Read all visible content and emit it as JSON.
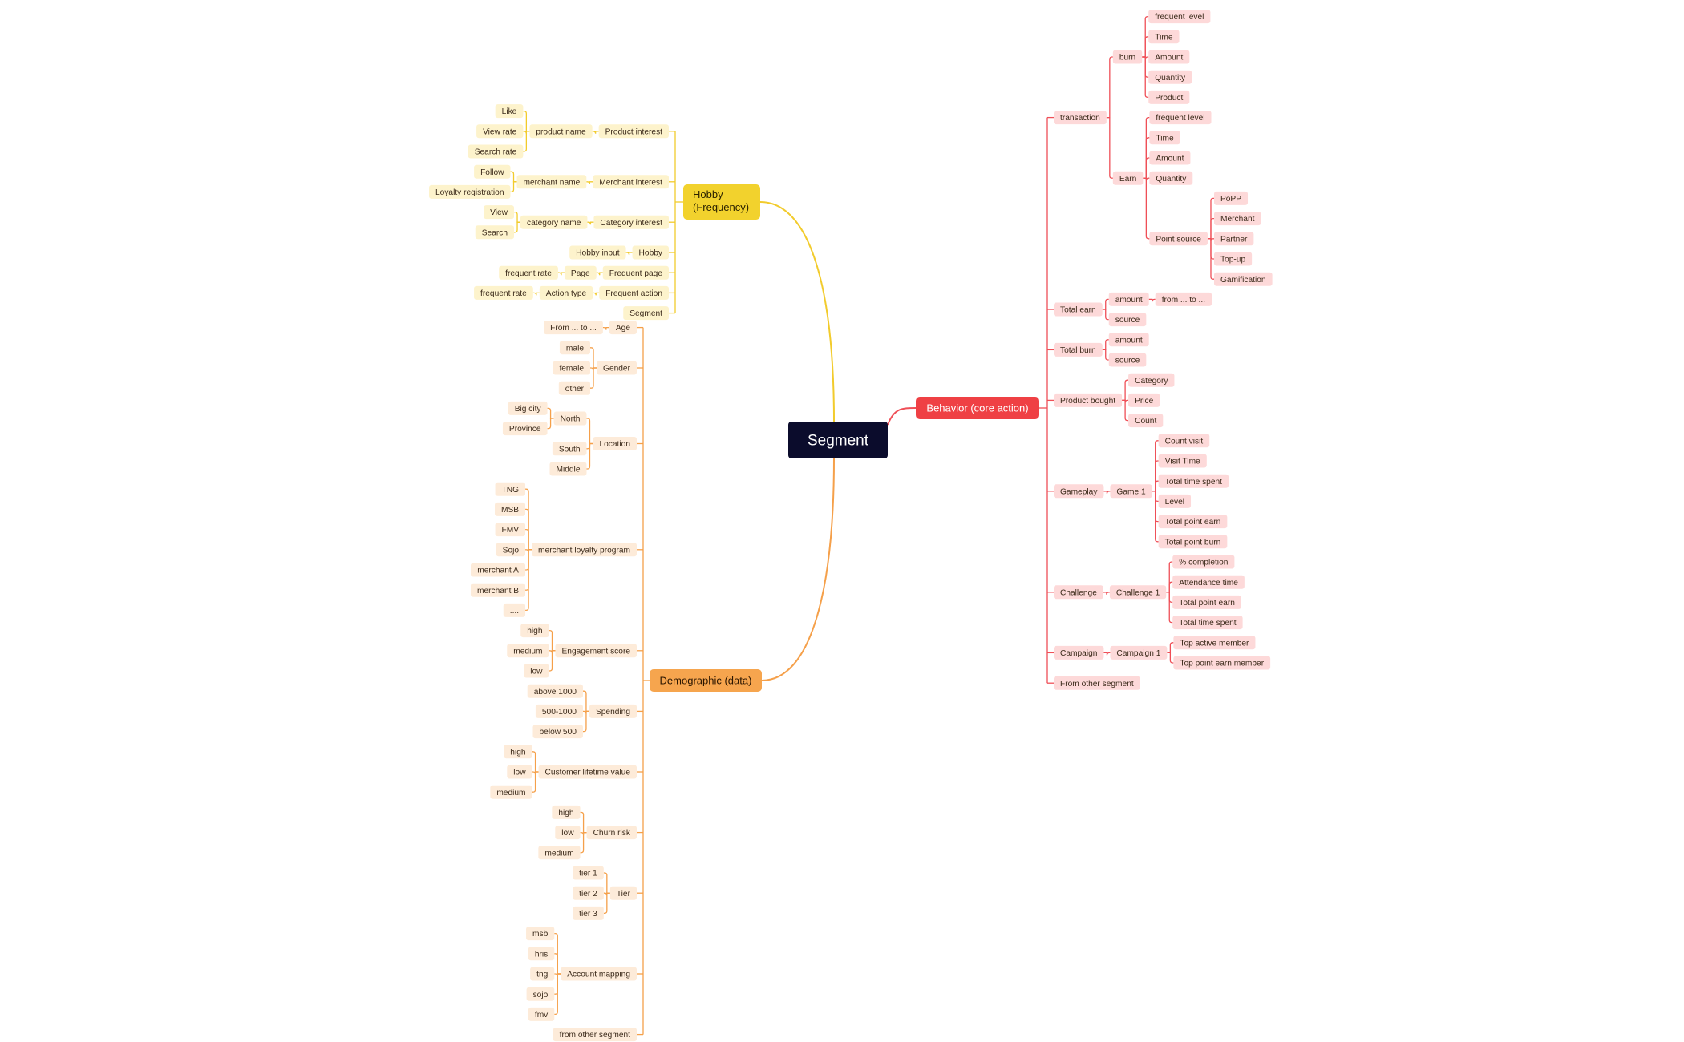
{
  "colors": {
    "root_fill": "#0b0c2c",
    "hobby_line": "#f2cb2c",
    "hobby_main": "#f2d22d",
    "hobby_node": "#fdf3cc",
    "demo_line": "#f5a04a",
    "demo_main": "#f6a54e",
    "demo_node": "#fdebd9",
    "beh_line": "#ef4f57",
    "beh_main": "#ef4044",
    "beh_node": "#fdd9d9",
    "text_dark": "#3b2a1a",
    "text_light": "#ffffff"
  },
  "root": {
    "label": "Segment"
  },
  "hobby": {
    "label": "Hobby (Frequency)",
    "items": [
      {
        "label": "Product interest",
        "children": [
          {
            "label": "product name",
            "children": [
              "Like",
              "View rate",
              "Search rate"
            ]
          }
        ]
      },
      {
        "label": "Merchant interest",
        "children": [
          {
            "label": "merchant name",
            "children": [
              "Follow",
              "Loyalty registration"
            ]
          }
        ]
      },
      {
        "label": "Category interest",
        "children": [
          {
            "label": "category name",
            "children": [
              "View",
              "Search"
            ]
          }
        ]
      },
      {
        "label": "Hobby",
        "children": [
          {
            "label": "Hobby input",
            "children": []
          }
        ]
      },
      {
        "label": "Frequent page",
        "children": [
          {
            "label": "Page",
            "children": [
              "frequent rate"
            ]
          }
        ]
      },
      {
        "label": "Frequent action",
        "children": [
          {
            "label": "Action type",
            "children": [
              "frequent rate"
            ]
          }
        ]
      },
      {
        "label": "Segment",
        "children": []
      }
    ]
  },
  "demographic": {
    "label": "Demographic (data)",
    "items": [
      {
        "label": "Age",
        "children": [
          "From ... to ..."
        ]
      },
      {
        "label": "Gender",
        "children": [
          "male",
          "female",
          "other"
        ]
      },
      {
        "label": "Location",
        "children": [
          {
            "label": "North",
            "children": [
              "Big city",
              "Province"
            ]
          },
          "South",
          "Middle"
        ]
      },
      {
        "label": "merchant loyalty program",
        "children": [
          "TNG",
          "MSB",
          "FMV",
          "Sojo",
          "merchant A",
          "merchant B",
          "...."
        ]
      },
      {
        "label": "Engagement score",
        "children": [
          "high",
          "medium",
          "low"
        ]
      },
      {
        "label": "Spending",
        "children": [
          "above 1000",
          "500-1000",
          "below 500"
        ]
      },
      {
        "label": "Customer lifetime value",
        "children": [
          "high",
          "low",
          "medium"
        ]
      },
      {
        "label": "Churn risk",
        "children": [
          "high",
          "low",
          "medium"
        ]
      },
      {
        "label": "Tier",
        "children": [
          "tier 1",
          "tier 2",
          "tier 3"
        ]
      },
      {
        "label": "Account mapping",
        "children": [
          "msb",
          "hris",
          "tng",
          "sojo",
          "fmv"
        ]
      },
      {
        "label": "from other segment",
        "children": []
      }
    ]
  },
  "behavior": {
    "label": "Behavior (core action)",
    "items": [
      {
        "label": "transaction",
        "children": [
          {
            "label": "burn",
            "children": [
              "frequent level",
              "Time",
              "Amount",
              "Quantity",
              "Product"
            ]
          },
          {
            "label": "Earn",
            "children": [
              "frequent level",
              "Time",
              "Amount",
              "Quantity",
              {
                "label": "Point source",
                "children": [
                  "PoPP",
                  "Merchant",
                  "Partner",
                  "Top-up",
                  "Gamification"
                ]
              }
            ]
          }
        ]
      },
      {
        "label": "Total earn",
        "children": [
          {
            "label": "amount",
            "children": [
              "from ... to ..."
            ]
          },
          "source"
        ]
      },
      {
        "label": "Total burn",
        "children": [
          "amount",
          "source"
        ]
      },
      {
        "label": "Product bought",
        "children": [
          "Category",
          "Price",
          "Count"
        ]
      },
      {
        "label": "Gameplay",
        "children": [
          {
            "label": "Game 1",
            "children": [
              "Count visit",
              "Visit Time",
              "Total time spent",
              "Level",
              "Total point earn",
              "Total point burn"
            ]
          }
        ]
      },
      {
        "label": "Challenge",
        "children": [
          {
            "label": "Challenge 1",
            "children": [
              "% completion",
              "Attendance time",
              "Total point earn",
              "Total time spent"
            ]
          }
        ]
      },
      {
        "label": "Campaign",
        "children": [
          {
            "label": "Campaign 1",
            "children": [
              "Top active member",
              "Top point earn member"
            ]
          }
        ]
      },
      {
        "label": "From other segment",
        "children": []
      }
    ]
  }
}
